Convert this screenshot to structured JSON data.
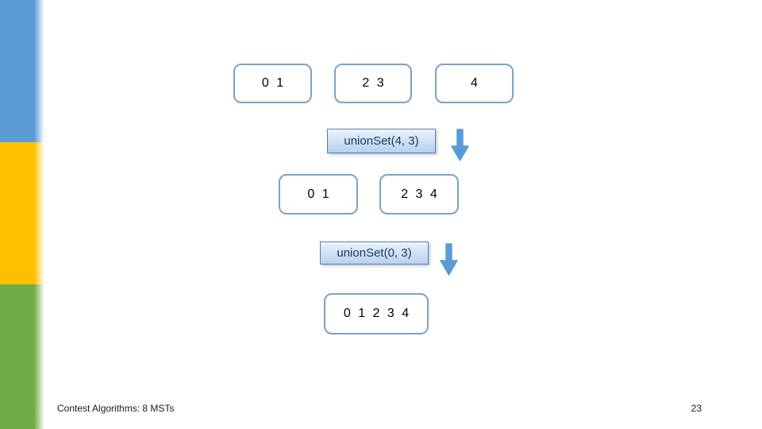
{
  "slide": {
    "title_context": "union-find disjoint sets diagram",
    "footer": {
      "text": "Contest Algorithms: 8 MSTs",
      "page": "23"
    }
  },
  "colors": {
    "accent_blue": "#5B9BD5",
    "accent_yellow": "#FFC000",
    "accent_green": "#70AD47",
    "box_border": "#7AA3C8",
    "label_border": "#4E7FB8",
    "label_bg_top": "#EAF2FC",
    "label_bg_bottom": "#B7D0EE",
    "label_text": "#17375E",
    "arrow": "#5B9BD5"
  },
  "icons": {
    "down_arrow": "⬇"
  },
  "diagram": {
    "steps": [
      {
        "type": "sets",
        "boxes": [
          {
            "label": "0 1"
          },
          {
            "label": "2 3"
          },
          {
            "label": "4"
          }
        ]
      },
      {
        "type": "operation",
        "label": "unionSet(4, 3)"
      },
      {
        "type": "sets",
        "boxes": [
          {
            "label": "0 1"
          },
          {
            "label": "2 3 4"
          }
        ]
      },
      {
        "type": "operation",
        "label": "unionSet(0, 3)"
      },
      {
        "type": "sets",
        "boxes": [
          {
            "label": "0 1 2 3 4"
          }
        ]
      }
    ]
  }
}
